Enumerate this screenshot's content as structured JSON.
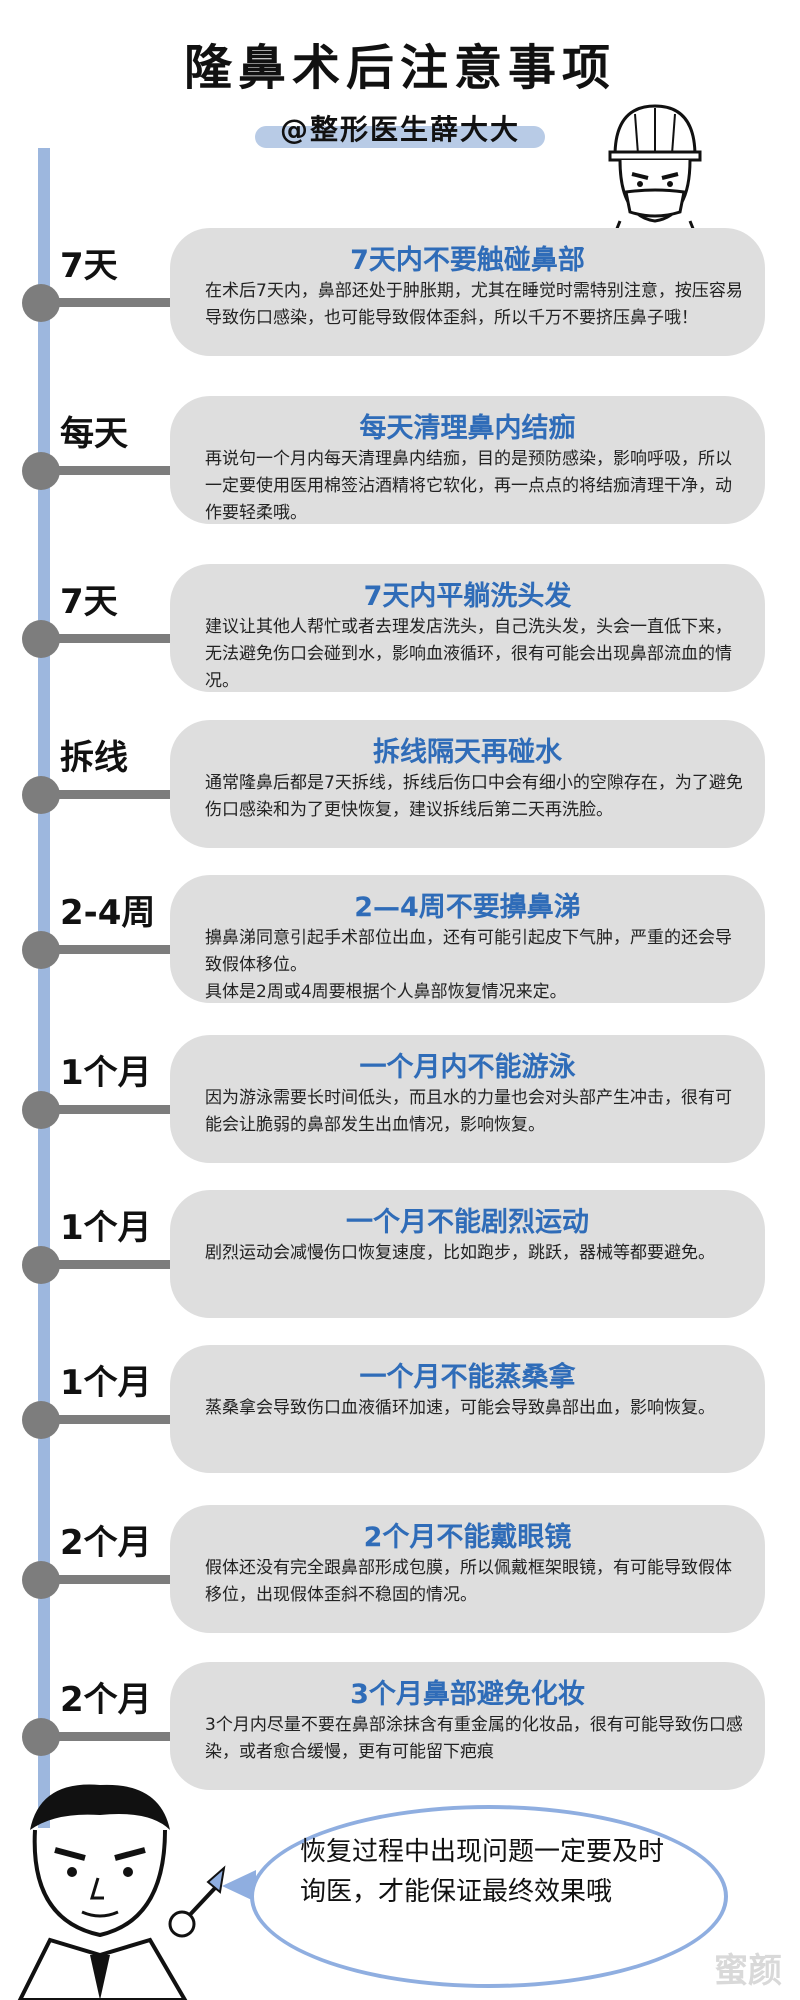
{
  "header": {
    "title": "隆鼻术后注意事项",
    "subtitle": "@整形医生薛大大"
  },
  "items": [
    {
      "tag": "7天",
      "title": "7天内不要触碰鼻部",
      "body": "在术后7天内，鼻部还处于肿胀期，尤其在睡觉时需特别注意，按压容易导致伤口感染，也可能导致假体歪斜，所以千万不要挤压鼻子哦！"
    },
    {
      "tag": "每天",
      "title": "每天清理鼻内结痂",
      "body": "再说句一个月内每天清理鼻内结痂，目的是预防感染，影响呼吸，所以一定要使用医用棉签沾酒精将它软化，再一点点的将结痂清理干净，动作要轻柔哦。"
    },
    {
      "tag": "7天",
      "title": "7天内平躺洗头发",
      "body": "建议让其他人帮忙或者去理发店洗头，自己洗头发，头会一直低下来，无法避免伤口会碰到水，影响血液循环，很有可能会出现鼻部流血的情况。"
    },
    {
      "tag": "拆线",
      "title": "拆线隔天再碰水",
      "body": "通常隆鼻后都是7天拆线，拆线后伤口中会有细小的空隙存在，为了避免伤口感染和为了更快恢复，建议拆线后第二天再洗脸。"
    },
    {
      "tag": "2-4周",
      "title": "2—4周不要擤鼻涕",
      "body": "擤鼻涕同意引起手术部位出血，还有可能引起皮下气肿，严重的还会导致假体移位。\n具体是2周或4周要根据个人鼻部恢复情况来定。"
    },
    {
      "tag": "1个月",
      "title": "一个月内不能游泳",
      "body": "因为游泳需要长时间低头，而且水的力量也会对头部产生冲击，很有可能会让脆弱的鼻部发生出血情况，影响恢复。"
    },
    {
      "tag": "1个月",
      "title": "一个月不能剧烈运动",
      "body": "剧烈运动会减慢伤口恢复速度，比如跑步，跳跃，器械等都要避免。"
    },
    {
      "tag": "1个月",
      "title": "一个月不能蒸桑拿",
      "body": "蒸桑拿会导致伤口血液循环加速，可能会导致鼻部出血，影响恢复。"
    },
    {
      "tag": "2个月",
      "title": "2个月不能戴眼镜",
      "body": "假体还没有完全跟鼻部形成包膜，所以佩戴框架眼镜，有可能导致假体移位，出现假体歪斜不稳固的情况。"
    },
    {
      "tag": "2个月",
      "title": "3个月鼻部避免化妆",
      "body": "3个月内尽量不要在鼻部涂抹含有重金属的化妆品，很有可能导致伤口感染，或者愈合缓慢，更有可能留下疤痕"
    }
  ],
  "footer": {
    "bubble_text": "恢复过程中出现问题一定要及时询医，才能保证最终效果哦",
    "watermark": "蜜颜"
  },
  "colors": {
    "accent": "#2f6cb8",
    "timeline": "#9db7de",
    "card": "#dedede",
    "dot": "#7d7d7d"
  }
}
